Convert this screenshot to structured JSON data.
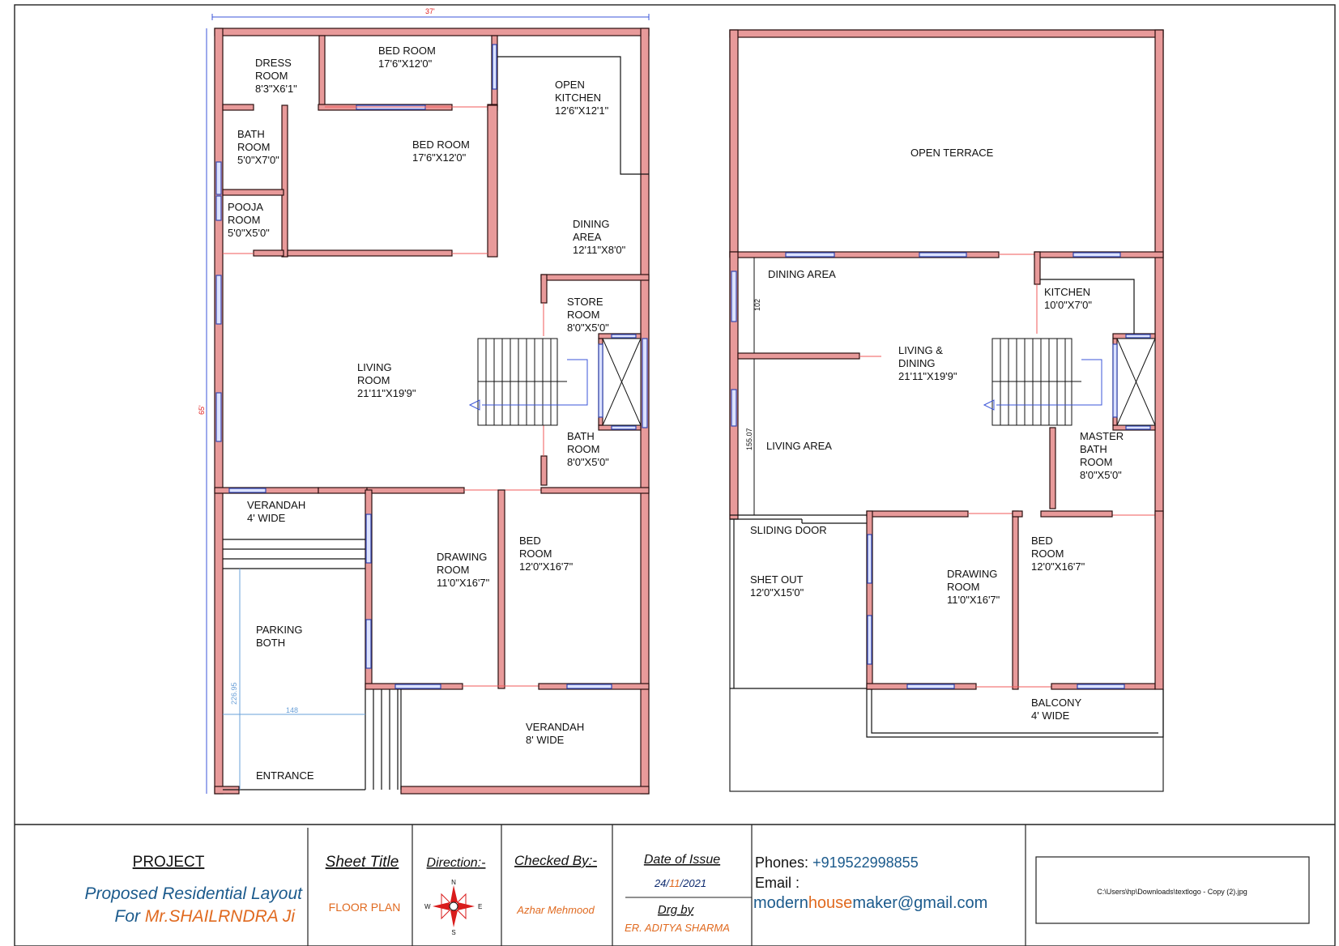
{
  "ground_floor": {
    "dim_width": "37'",
    "dim_height": "65'",
    "dim_parking_h": "226.95",
    "dim_parking_w": "148",
    "rooms": {
      "dress_room": [
        "DRESS",
        "ROOM",
        "8'3\"X6'1\""
      ],
      "bed_room_1": [
        "BED ROOM",
        "17'6\"X12'0\""
      ],
      "open_kitchen": [
        "OPEN",
        "KITCHEN",
        "12'6\"X12'1\""
      ],
      "bath_room_1": [
        "BATH",
        "ROOM",
        "5'0\"X7'0\""
      ],
      "bed_room_2": [
        "BED ROOM",
        "17'6\"X12'0\""
      ],
      "pooja_room": [
        "POOJA",
        "ROOM",
        "5'0\"X5'0\""
      ],
      "dining_area": [
        "DINING",
        "AREA",
        "12'11\"X8'0\""
      ],
      "store_room": [
        "STORE",
        "ROOM",
        "8'0\"X5'0\""
      ],
      "living_room": [
        "LIVING",
        "ROOM",
        "21'11\"X19'9\""
      ],
      "bath_room_2": [
        "BATH",
        "ROOM",
        "8'0\"X5'0\""
      ],
      "verandah_1": [
        "VERANDAH",
        "4' WIDE"
      ],
      "drawing_room": [
        "DRAWING",
        "ROOM",
        "11'0\"X16'7\""
      ],
      "bed_room_3": [
        "BED",
        "ROOM",
        "12'0\"X16'7\""
      ],
      "parking": [
        "PARKING",
        "BOTH"
      ],
      "verandah_2": [
        "VERANDAH",
        "8' WIDE"
      ],
      "entrance": [
        "ENTRANCE"
      ]
    }
  },
  "first_floor": {
    "dim_102": "102",
    "dim_155": "155.07",
    "rooms": {
      "open_terrace": [
        "OPEN TERRACE"
      ],
      "dining_area": [
        "DINING AREA"
      ],
      "kitchen": [
        "KITCHEN",
        "10'0\"X7'0\""
      ],
      "living_dining": [
        "LIVING &",
        "DINING",
        "21'11\"X19'9\""
      ],
      "living_area": [
        "LIVING AREA"
      ],
      "master_bath": [
        "MASTER",
        "BATH",
        "ROOM",
        "8'0\"X5'0\""
      ],
      "sliding_door": [
        "SLIDING DOOR"
      ],
      "shet_out": [
        "SHET OUT",
        "12'0\"X15'0\""
      ],
      "drawing_room": [
        "DRAWING",
        "ROOM",
        "11'0\"X16'7\""
      ],
      "bed_room": [
        "BED",
        "ROOM",
        "12'0\"X16'7\""
      ],
      "balcony": [
        "BALCONY",
        "4' WIDE"
      ]
    }
  },
  "title_block": {
    "project_label": "PROJECT",
    "project_line1": "Proposed Residential Layout",
    "project_for": "For ",
    "project_name": "Mr.SHAILRNDRA  Ji",
    "sheet_title_label": "Sheet Title",
    "sheet_title_value": "FLOOR PLAN",
    "direction_label": "Direction:-",
    "compass": {
      "n": "N",
      "s": "S",
      "e": "E",
      "w": "W"
    },
    "checked_label": "Checked By:-",
    "checked_value": "Azhar Mehmood",
    "date_label": "Date of Issue",
    "date_day": "24/",
    "date_month": "11",
    "date_year": "/2021",
    "drg_label": "Drg by",
    "drg_value": "ER. ADITYA SHARMA",
    "phones_label": "Phones:",
    "phones_value": " +919522998855",
    "email_label": "Email :",
    "email_part1": "modern",
    "email_part2": "house",
    "email_part3": "maker@gmail.com",
    "logo_path": "C:\\Users\\hp\\Downloads\\textlogo - Copy (2).jpg"
  },
  "colors": {
    "wall_fill": "#e89a9a",
    "wall_stroke": "#2a0f0f",
    "window": "#5a6fd0",
    "accent_orange": "#e06a20",
    "accent_blue": "#1b5a8c"
  }
}
